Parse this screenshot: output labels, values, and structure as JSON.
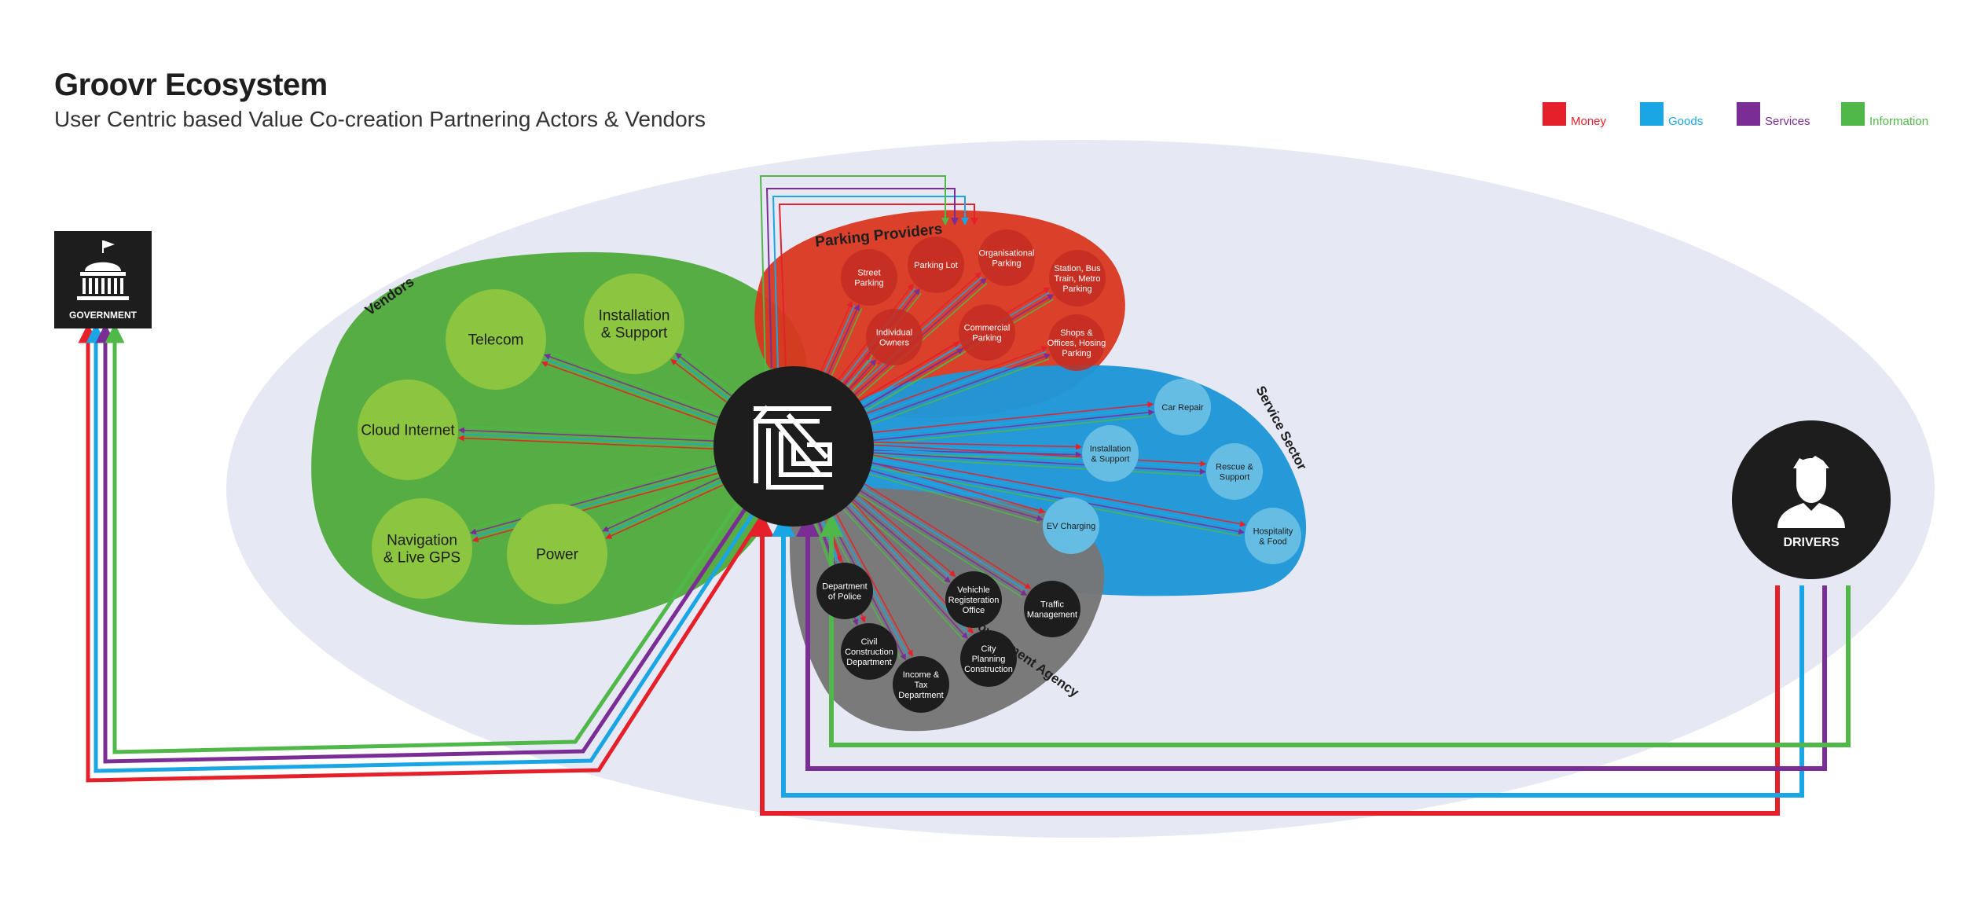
{
  "header": {
    "title": "Groovr Ecosystem",
    "subtitle": "User Centric based Value Co-creation Partnering Actors & Vendors"
  },
  "legend": [
    {
      "key": "money",
      "label": "Money",
      "color": "#e5202a"
    },
    {
      "key": "goods",
      "label": "Goods",
      "color": "#1aa6e4"
    },
    {
      "key": "services",
      "label": "Services",
      "color": "#7b2d96"
    },
    {
      "key": "information",
      "label": "Information",
      "color": "#4fb848"
    }
  ],
  "colors": {
    "ecosystem_bg": "#e6e8f4",
    "vendors": "#55ad43",
    "vendor_node": "#8cc540",
    "parking": "#d9371f",
    "parking_node": "#c42d22",
    "service": "#1f97d7",
    "service_node": "#66bde3",
    "government_agency": "#767676",
    "dark_node": "#1e1d1d"
  },
  "actors": {
    "government": "GOVERNMENT",
    "drivers": "DRIVERS"
  },
  "groups": {
    "vendors": {
      "label": "Vendors",
      "nodes": [
        {
          "id": "telecom",
          "lines": [
            "Telecom"
          ]
        },
        {
          "id": "installation",
          "lines": [
            "Installation",
            "& Support"
          ]
        },
        {
          "id": "cloud",
          "lines": [
            "Cloud Internet"
          ]
        },
        {
          "id": "navigation",
          "lines": [
            "Navigation",
            "& Live GPS"
          ]
        },
        {
          "id": "power",
          "lines": [
            "Power"
          ]
        }
      ]
    },
    "parking": {
      "label": "Parking Providers",
      "nodes": [
        {
          "id": "street",
          "lines": [
            "Street",
            "Parking"
          ]
        },
        {
          "id": "lot",
          "lines": [
            "Parking Lot"
          ]
        },
        {
          "id": "organisational",
          "lines": [
            "Organisational",
            "Parking"
          ]
        },
        {
          "id": "station",
          "lines": [
            "Station, Bus",
            "Train, Metro",
            "Parking"
          ]
        },
        {
          "id": "individual",
          "lines": [
            "Individual",
            "Owners"
          ]
        },
        {
          "id": "commercial",
          "lines": [
            "Commercial",
            "Parking"
          ]
        },
        {
          "id": "shops",
          "lines": [
            "Shops &",
            "Offices, Hosing",
            "Parking"
          ]
        }
      ]
    },
    "service": {
      "label": "Service Sector",
      "nodes": [
        {
          "id": "car_repair",
          "lines": [
            "Car Repair"
          ]
        },
        {
          "id": "install_support",
          "lines": [
            "Installation",
            "& Support"
          ]
        },
        {
          "id": "rescue",
          "lines": [
            "Rescue &",
            "Support"
          ]
        },
        {
          "id": "ev",
          "lines": [
            "EV Charging"
          ]
        },
        {
          "id": "hospitality",
          "lines": [
            "Hospitality",
            "& Food"
          ]
        }
      ]
    },
    "government_agency": {
      "label": "Government Agency",
      "nodes": [
        {
          "id": "police",
          "lines": [
            "Department",
            "of Police"
          ]
        },
        {
          "id": "vehicle_reg",
          "lines": [
            "Vehichle",
            "Registeration",
            "Office"
          ]
        },
        {
          "id": "traffic",
          "lines": [
            "Traffic",
            "Management"
          ]
        },
        {
          "id": "civil",
          "lines": [
            "Civil",
            "Construction",
            "Department"
          ]
        },
        {
          "id": "city_planning",
          "lines": [
            "City",
            "Planning",
            "Construction"
          ]
        },
        {
          "id": "income_tax",
          "lines": [
            "Income &",
            "Tax",
            "Department"
          ]
        }
      ]
    }
  }
}
